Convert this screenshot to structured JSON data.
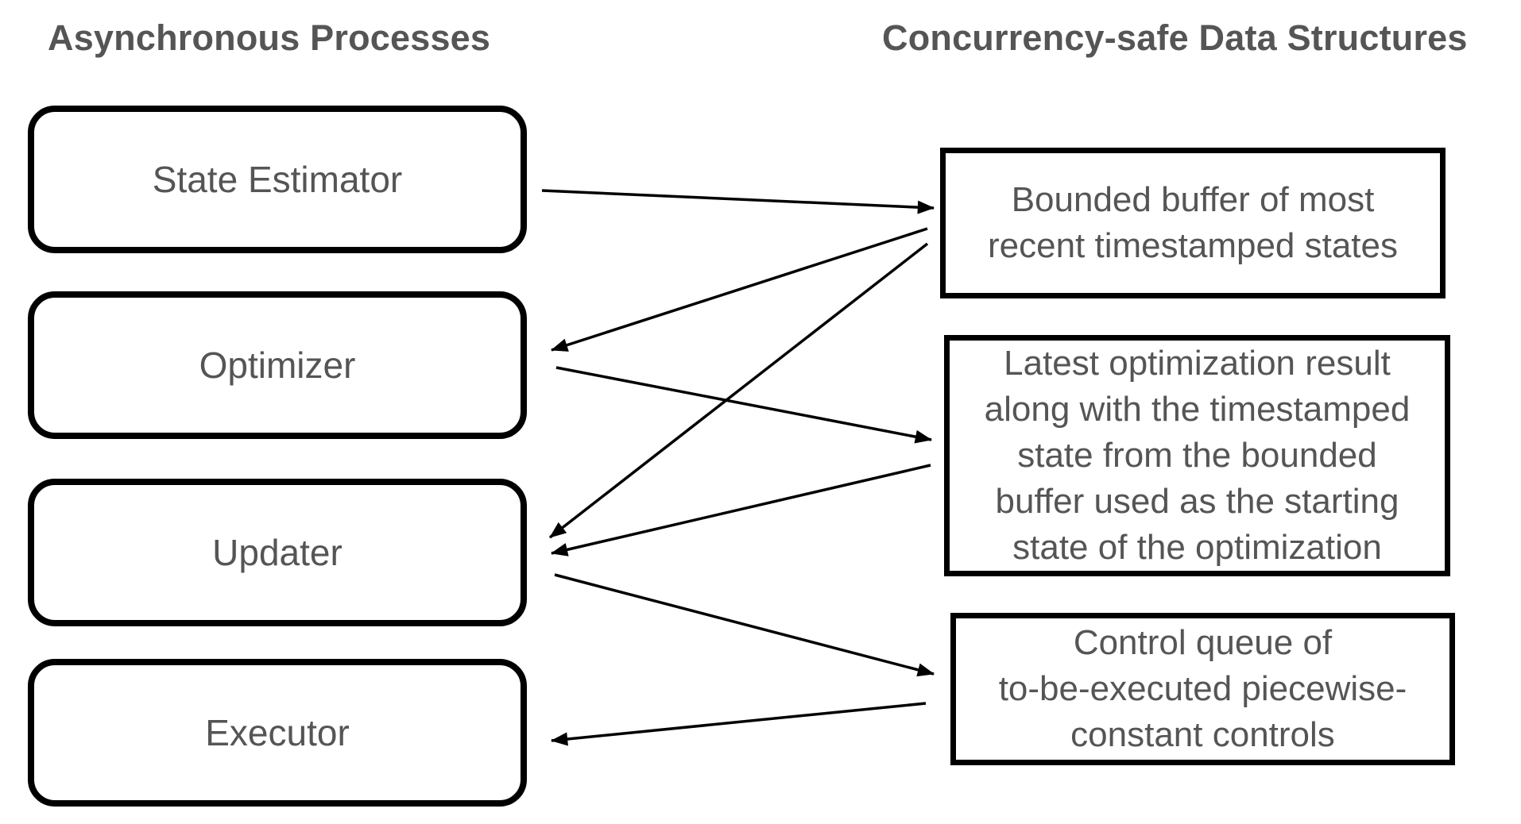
{
  "headings": {
    "left": "Asynchronous Processes",
    "right": "Concurrency-safe Data Structures"
  },
  "processes": {
    "state_estimator": "State Estimator",
    "optimizer": "Optimizer",
    "updater": "Updater",
    "executor": "Executor"
  },
  "data_structures": {
    "state_buffer": {
      "lines": [
        "Bounded buffer of most",
        "recent timestamped states"
      ]
    },
    "optimization_result": {
      "lines": [
        "Latest optimization result",
        "along with the timestamped",
        "state from the bounded",
        "buffer used as the starting",
        "state of the optimization"
      ]
    },
    "control_queue": {
      "lines": [
        "Control queue of",
        "to-be-executed piecewise-",
        "constant controls"
      ]
    }
  },
  "colors": {
    "text": "#555555",
    "border": "#000000",
    "arrow": "#000000",
    "background": "#ffffff"
  }
}
